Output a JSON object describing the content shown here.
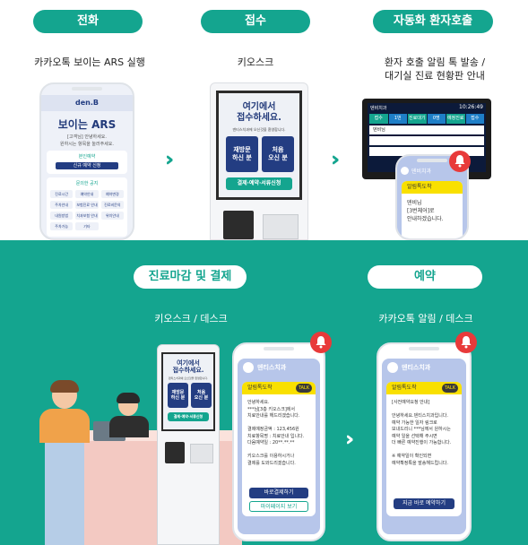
{
  "section1": {
    "step1": {
      "label": "전화",
      "caption": "카카오톡 보이는 ARS 실행"
    },
    "step2": {
      "label": "접수",
      "caption": "키오스크"
    },
    "step3": {
      "label": "자동화 환자호출",
      "caption_line1": "환자 호출 알림 톡 발송 /",
      "caption_line2": "대기실 진료 현황판 안내"
    }
  },
  "ars_phone": {
    "logo": "den.B",
    "title": "보이는 ARS",
    "greeting": "[고객님] 안녕하세요.",
    "hint": "원하시는 항목을 눌러주세요.",
    "card1_title": "본인예약",
    "card1_button": "신규 예약 신청",
    "card2_title": "문의한 공지",
    "menu": [
      "진료시간",
      "예약안내",
      "예약변경",
      "주차안내",
      "보험진료 안내",
      "진료비문의",
      "내원방법",
      "치과보험 안내",
      "위치안내",
      "주차가능",
      "기타"
    ]
  },
  "kiosk": {
    "title_line1": "여기에서",
    "title_line2": "접수하세요.",
    "sub": "덴티스치과에 오신것을 환영합니다.",
    "tile1_line1": "재방문",
    "tile1_line2": "하신 분",
    "tile2_line1": "처음",
    "tile2_line2": "오신 분",
    "bar": "결제·예약·서류신청"
  },
  "board": {
    "clinic": "덴비치과",
    "time": "10:26:49",
    "headers": [
      "접수",
      "1번",
      "진료대기",
      "0명",
      "예정진료",
      "접수"
    ],
    "row1": "덴비님"
  },
  "call_phone": {
    "clinic": "덴비치과",
    "tag": "알림톡도착",
    "message": "덴비님\n[3번체어]로\n안내하겠습니다."
  },
  "section2": {
    "step4": {
      "label": "진료마감 및 결제",
      "caption": "키오스크 / 데스크"
    },
    "step5": {
      "label": "예약",
      "caption": "카카오톡 알림 / 데스크"
    }
  },
  "pay_phone": {
    "clinic": "덴티스치과",
    "tag": "알림톡도착",
    "badge": "TALK",
    "message": "안녕하세요.\n***님[3층 키오스크]에서\n치료안내를 해드리겠습니다.\n\n결제예정금액 : 123,456원\n치료항목명 : 치료안내 입니다.\n다음예약일 : 20**.**.**\n\n키오스크를 이용하시거나\n결제를 도와드리겠습니다.",
    "btn1": "바로결제하기",
    "btn2": "마이페이지 보기"
  },
  "kiosk2": {
    "title_line1": "여기에서",
    "title_line2": "접수하세요.",
    "sub": "덴티스치과에 오신것을 환영합니다.",
    "tile1_line1": "재방문",
    "tile1_line2": "하신 분",
    "tile2_line1": "처음",
    "tile2_line2": "오신 분",
    "bar": "결제·예약·서류신청"
  },
  "res_phone": {
    "clinic": "덴티스치과",
    "tag": "알림톡도착",
    "badge": "TALK",
    "message": "[사전예약요청 안내]\n\n안녕하세요.덴티스치과입니다.\n예약 가능한 일자 링크로\n보내드리니 ***님께서 원하시는\n예약 일을 선택해 주시면\n더 빠른 예약진행이 가능합니다.\n\n※ 예약일이 확인되면\n예약확정톡을 발송해드립니다.",
    "btn1": "지금 바로 예약하기"
  },
  "colors": {
    "brand": "#14a58f",
    "navy": "#233d82",
    "alert": "#e83a3a",
    "kakao_yellow": "#f9e000",
    "kakao_bg": "#b7c6ea"
  },
  "icons": [
    "chevron-right-icon",
    "bell-icon",
    "avatar-icon"
  ]
}
